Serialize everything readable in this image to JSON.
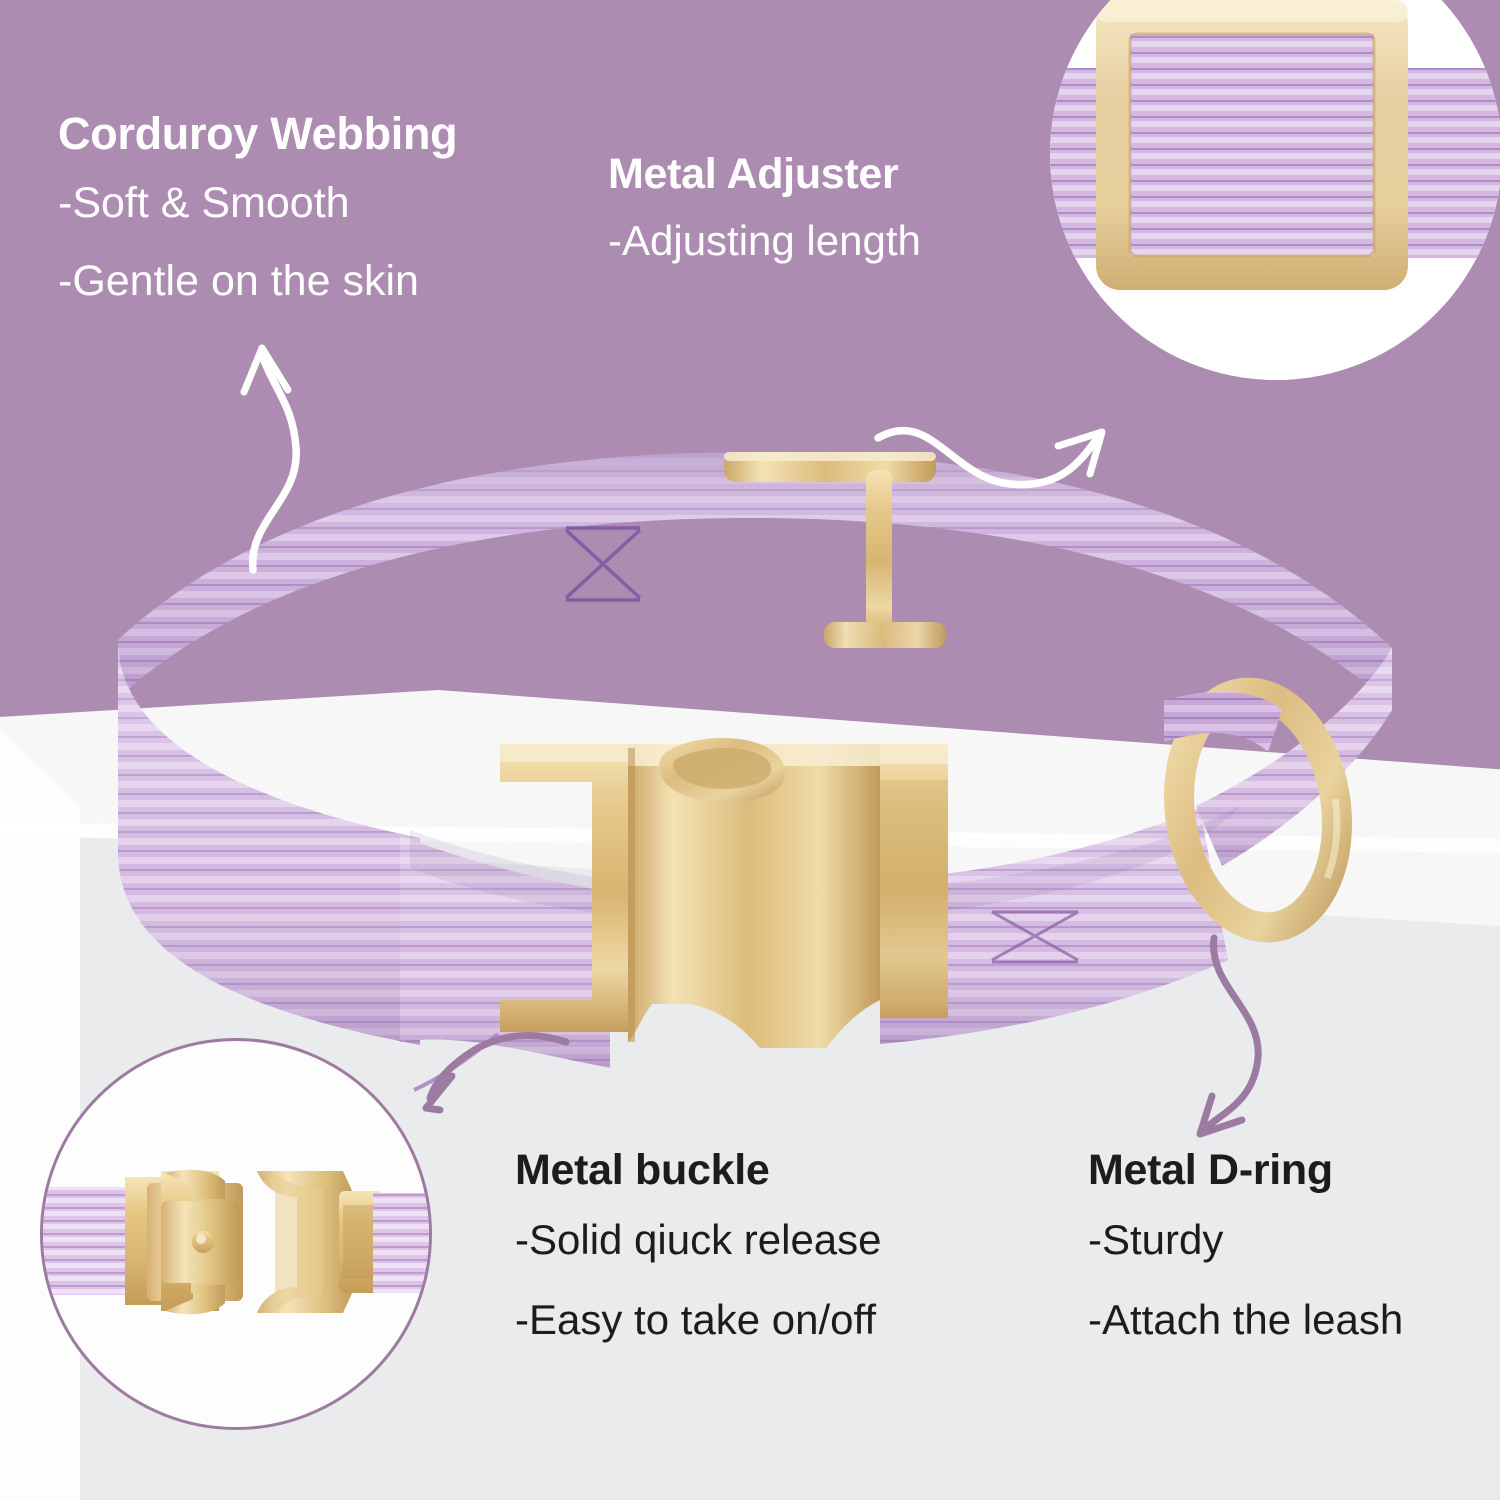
{
  "image": {
    "kind": "product-infographic",
    "product": "corduroy dog collar",
    "background_color": "#ac8cb0",
    "platform_color": "#e9ebed",
    "webbing_color": "#cbb0dc",
    "hardware_color": "#d9b877",
    "arrow_light_color": "#ffffff",
    "arrow_dark_color": "#9d7aa0"
  },
  "callouts": [
    {
      "id": "corduroy-webbing",
      "title": "Corduroy Webbing",
      "lines": [
        "-Soft & Smooth",
        "-Gentle on the skin"
      ],
      "text_color": "#ffffff"
    },
    {
      "id": "metal-adjuster",
      "title": "Metal Adjuster",
      "lines": [
        "-Adjusting length"
      ],
      "text_color": "#ffffff"
    },
    {
      "id": "metal-buckle",
      "title": "Metal buckle",
      "lines": [
        "-Solid qiuck release",
        "-Easy to take on/off"
      ],
      "text_color": "#1c1c1c"
    },
    {
      "id": "metal-d-ring",
      "title": "Metal D-ring",
      "lines": [
        "-Sturdy",
        "-Attach the leash"
      ],
      "text_color": "#1c1c1c"
    }
  ],
  "insets": [
    {
      "id": "adjuster-closeup",
      "shape": "circle",
      "subject": "gold rectangular slide adjuster on lavender corduroy webbing"
    },
    {
      "id": "buckle-closeup",
      "shape": "circle",
      "subject": "gold side-release buckle separated into two halves with webbing"
    }
  ],
  "arrows": [
    {
      "id": "arrow-to-webbing",
      "color": "#ffffff",
      "from": "corduroy-webbing-label",
      "to": "collar-webbing"
    },
    {
      "id": "arrow-to-adjuster-inset",
      "color": "#ffffff",
      "from": "collar-adjuster",
      "to": "adjuster-closeup"
    },
    {
      "id": "arrow-to-buckle-inset",
      "color": "#9d7aa0",
      "from": "collar-buckle",
      "to": "buckle-closeup"
    },
    {
      "id": "arrow-to-dring-label",
      "color": "#9d7aa0",
      "from": "collar-d-ring",
      "to": "metal-d-ring-label"
    }
  ]
}
